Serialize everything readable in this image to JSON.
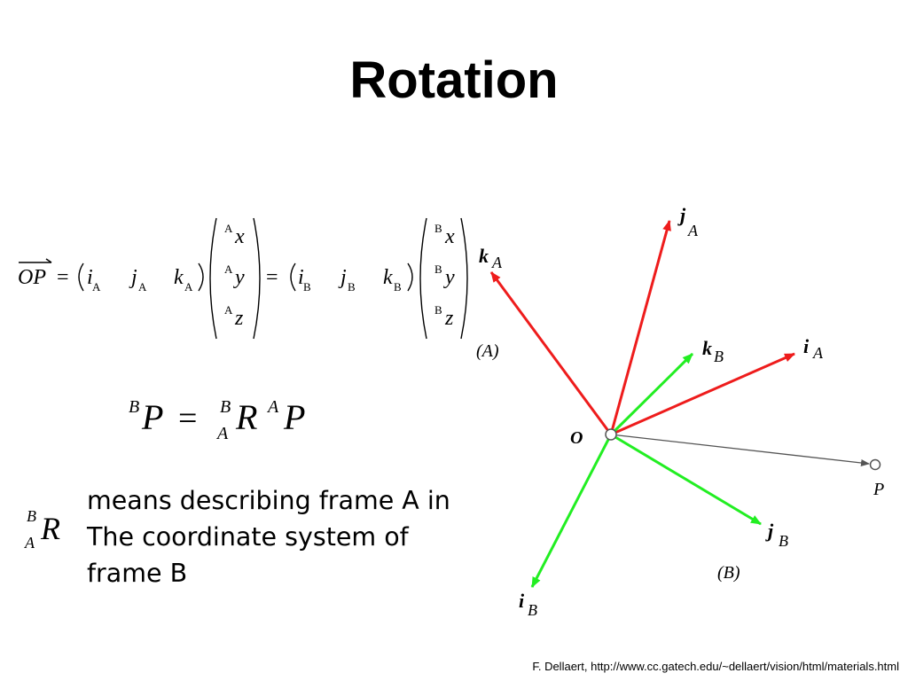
{
  "title": "Rotation",
  "equation": {
    "lhs": "OP",
    "equals": "=",
    "basis_A": [
      "i",
      "j",
      "k"
    ],
    "basis_A_sub": "A",
    "basis_B": [
      "i",
      "j",
      "k"
    ],
    "basis_B_sub": "B",
    "coords_A": [
      "x",
      "y",
      "z"
    ],
    "coords_A_sup": "A",
    "coords_B": [
      "x",
      "y",
      "z"
    ],
    "coords_B_sup": "B"
  },
  "transform": {
    "sup_B": "B",
    "P": "P",
    "equals": "=",
    "R_sup": "B",
    "R_sub": "A",
    "R": "R",
    "sup_A": "A",
    "P2": "P"
  },
  "rotation_symbol": {
    "sup": "B",
    "sub": "A",
    "R": "R"
  },
  "description": {
    "line1": "means describing frame A in",
    "line2": "The coordinate system of",
    "line3": "frame B"
  },
  "diagram": {
    "origin_label": "O",
    "point_label": "P",
    "frame_A_label": "(A)",
    "frame_B_label": "(B)",
    "colors": {
      "frame_A": "#ee1c1c",
      "frame_B": "#22ee22",
      "op_line": "#555555"
    },
    "axes_A": [
      {
        "name": "i",
        "sub": "A"
      },
      {
        "name": "j",
        "sub": "A"
      },
      {
        "name": "k",
        "sub": "A"
      }
    ],
    "axes_B": [
      {
        "name": "i",
        "sub": "B"
      },
      {
        "name": "j",
        "sub": "B"
      },
      {
        "name": "k",
        "sub": "B"
      }
    ]
  },
  "credit": "F. Dellaert, http://www.cc.gatech.edu/~dellaert/vision/html/materials.html"
}
